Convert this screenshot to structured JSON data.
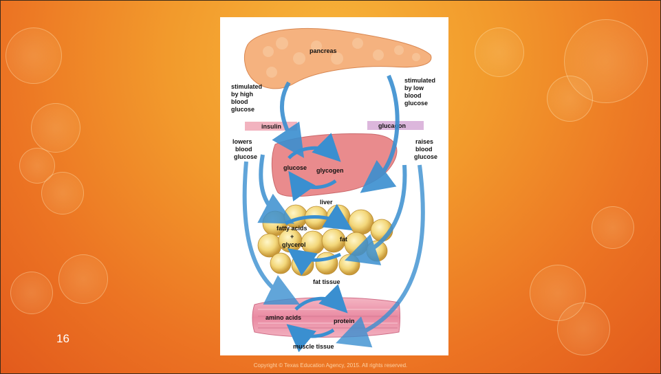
{
  "slide": {
    "number": "16",
    "copyright": "Copyright © Texas Education Agency, 2015. All rights reserved."
  },
  "diagram": {
    "pancreas": "pancreas",
    "stimulated_high": [
      "stimulated",
      "by high",
      "blood",
      "glucose"
    ],
    "stimulated_low": [
      "stimulated",
      "by low",
      "blood",
      "glucose"
    ],
    "insulin": "insulin",
    "glucagon": "glucagon",
    "lowers": [
      "lowers",
      "blood",
      "glucose"
    ],
    "raises": [
      "raises",
      "blood",
      "glucose"
    ],
    "liver_glucose": "glucose",
    "liver_glycogen": "glycogen",
    "liver": "liver",
    "fatty_acids": "fatty acids",
    "plus": "+",
    "glycerol": "glycerol",
    "fat": "fat",
    "fat_tissue": "fat tissue",
    "amino_acids": "amino acids",
    "protein": "protein",
    "muscle_tissue": "muscle tissue"
  },
  "colors": {
    "arrow": "#3a8fd0",
    "insulin_box": "#f2b3bf",
    "glucagon_box": "#dcb7dc",
    "liver": "#e98b8d",
    "pancreas": "#f5b27f"
  }
}
